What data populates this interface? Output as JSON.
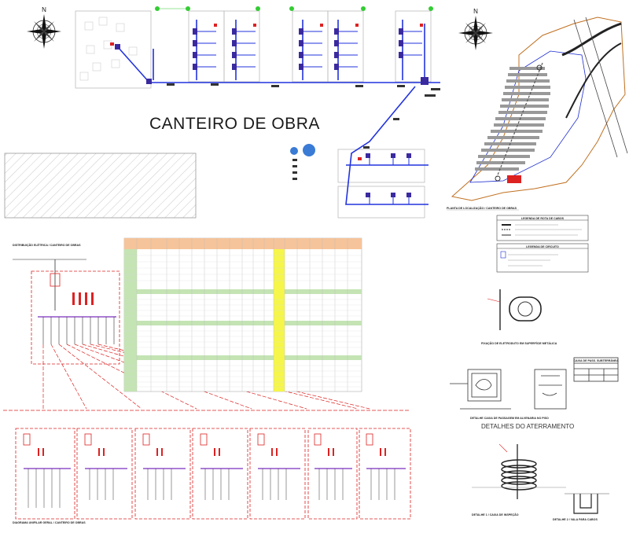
{
  "drawing": {
    "title": "CANTEIRO DE OBRA",
    "north_label": "N",
    "diagram_top_label": "DISTRIBUIÇÃO ELÉTRICA / CANTEIRO DE OBRAS",
    "diagram_bottom_label": "DIAGRAMA UNIFILAR GERAL / CANTEIRO DE OBRAS",
    "location_caption": "PLANTA DE LOCALIZAÇÃO / CANTEIRO DE OBRAS",
    "legend_title_1": "LEGENDA DE ROTA DE CABOS",
    "legend_title_2": "LEGENDA DE CIRCUITO",
    "fixation_caption": "FIXAÇÃO DE ELETRODUTO EM SUPERFÍCIE METÁLICA",
    "box_caption": "DETALHE CAIXA DE PASSAGEM EM ALVENARIA NO PISO",
    "grounding_title": "DETALHES DO ATERRAMENTO",
    "inspection_caption": "DETALHE 1 / CAIXA DE INSPEÇÃO",
    "connection_caption": "DETALHE 2 / VALA PARA CABOS",
    "table_title": "CAIXA DE PASS. SUBTERRÂNEA",
    "colors": {
      "circuit": "#2233dd",
      "panel": "#dd2222",
      "node": "#2c2c9a",
      "ground": "#33cc33",
      "route": "#c07020",
      "table_header": "#f6c49a",
      "table_green": "#c4e4b4",
      "table_yellow": "#f6f64a"
    },
    "icons": [
      "compass-icon",
      "compass-icon"
    ]
  }
}
